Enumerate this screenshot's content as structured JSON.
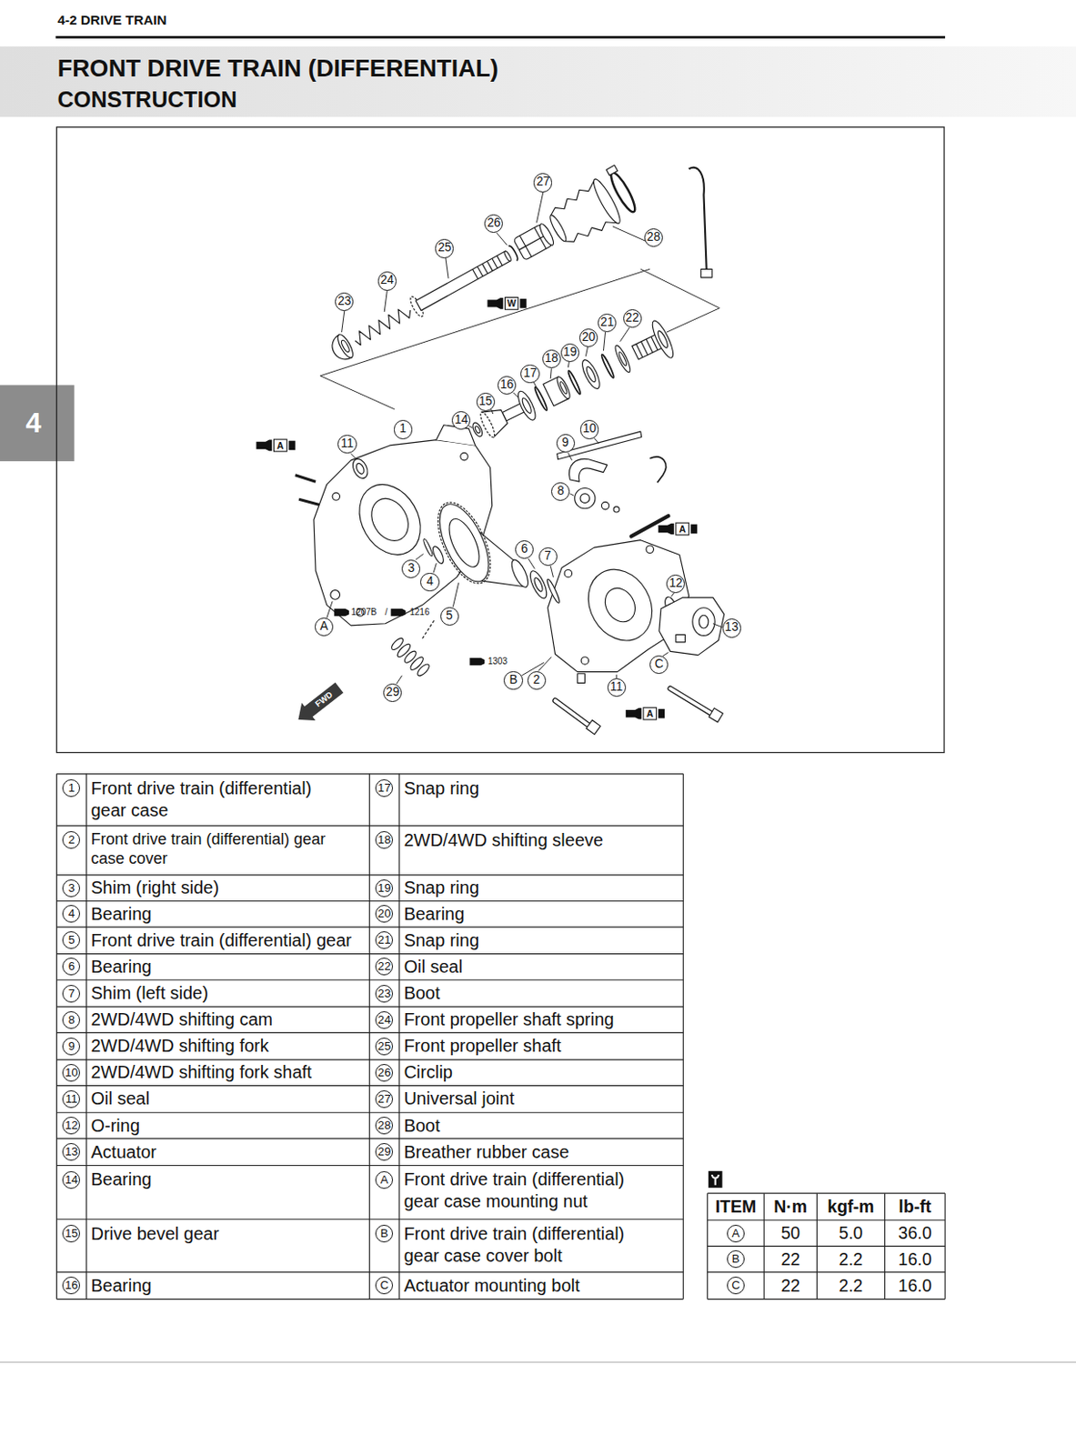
{
  "diagram": {
    "title": "FRONT DRIVE TRAIN (DIFFERENTIAL)",
    "labels": [
      "4-2 DRIVE TRAIN",
      "CONSTRUCTION",
      "27",
      "26",
      "28",
      "25",
      "24",
      "23",
      "W",
      "22",
      "21",
      "20",
      "19",
      "18",
      "17",
      "16",
      "15",
      "14",
      "1",
      "10",
      "A",
      "11",
      "9",
      "8",
      "A",
      "6",
      "7",
      "3",
      "4",
      "12",
      "1207B",
      "/",
      "1216",
      "5",
      "A",
      "13",
      "1303",
      "C",
      "B",
      "2",
      "11",
      "29",
      "FWD",
      "A",
      "1",
      "Front drive train (differential) gear case",
      "17",
      "Snap ring",
      "2",
      "Front drive train (differential) gear case cover",
      "18",
      "2WD/4WD shifting sleeve",
      "3",
      "Shim (right side)",
      "19",
      "Snap ring",
      "4",
      "Bearing",
      "20",
      "Bearing",
      "5",
      "Front drive train (differential) gear",
      "21",
      "Snap ring",
      "6",
      "Bearing",
      "22",
      "Oil seal",
      "7",
      "Shim (left side)",
      "23",
      "Boot",
      "8",
      "2WD/4WD shifting cam",
      "24",
      "Front propeller shaft spring",
      "9",
      "2WD/4WD shifting fork",
      "25",
      "Front propeller shaft",
      "10",
      "2WD/4WD shifting fork shaft",
      "26",
      "Circlip",
      "11",
      "Oil seal",
      "27",
      "Universal joint",
      "12",
      "O-ring",
      "28",
      "Boot",
      "13",
      "Actuator",
      "29",
      "Breather rubber case",
      "14",
      "Bearing",
      "A",
      "Front drive train (differential) gear case mounting nut",
      "15",
      "Drive bevel gear",
      "B",
      "Front drive train (differential) gear case cover bolt",
      "16",
      "Bearing",
      "C",
      "Actuator mounting bolt",
      "ITEM",
      "N·m",
      "kgf-m",
      "lb-ft",
      "A",
      "50",
      "5.0",
      "36.0",
      "B",
      "22",
      "2.2",
      "16.0",
      "C",
      "22",
      "2.2",
      "16.0",
      "4"
    ]
  }
}
